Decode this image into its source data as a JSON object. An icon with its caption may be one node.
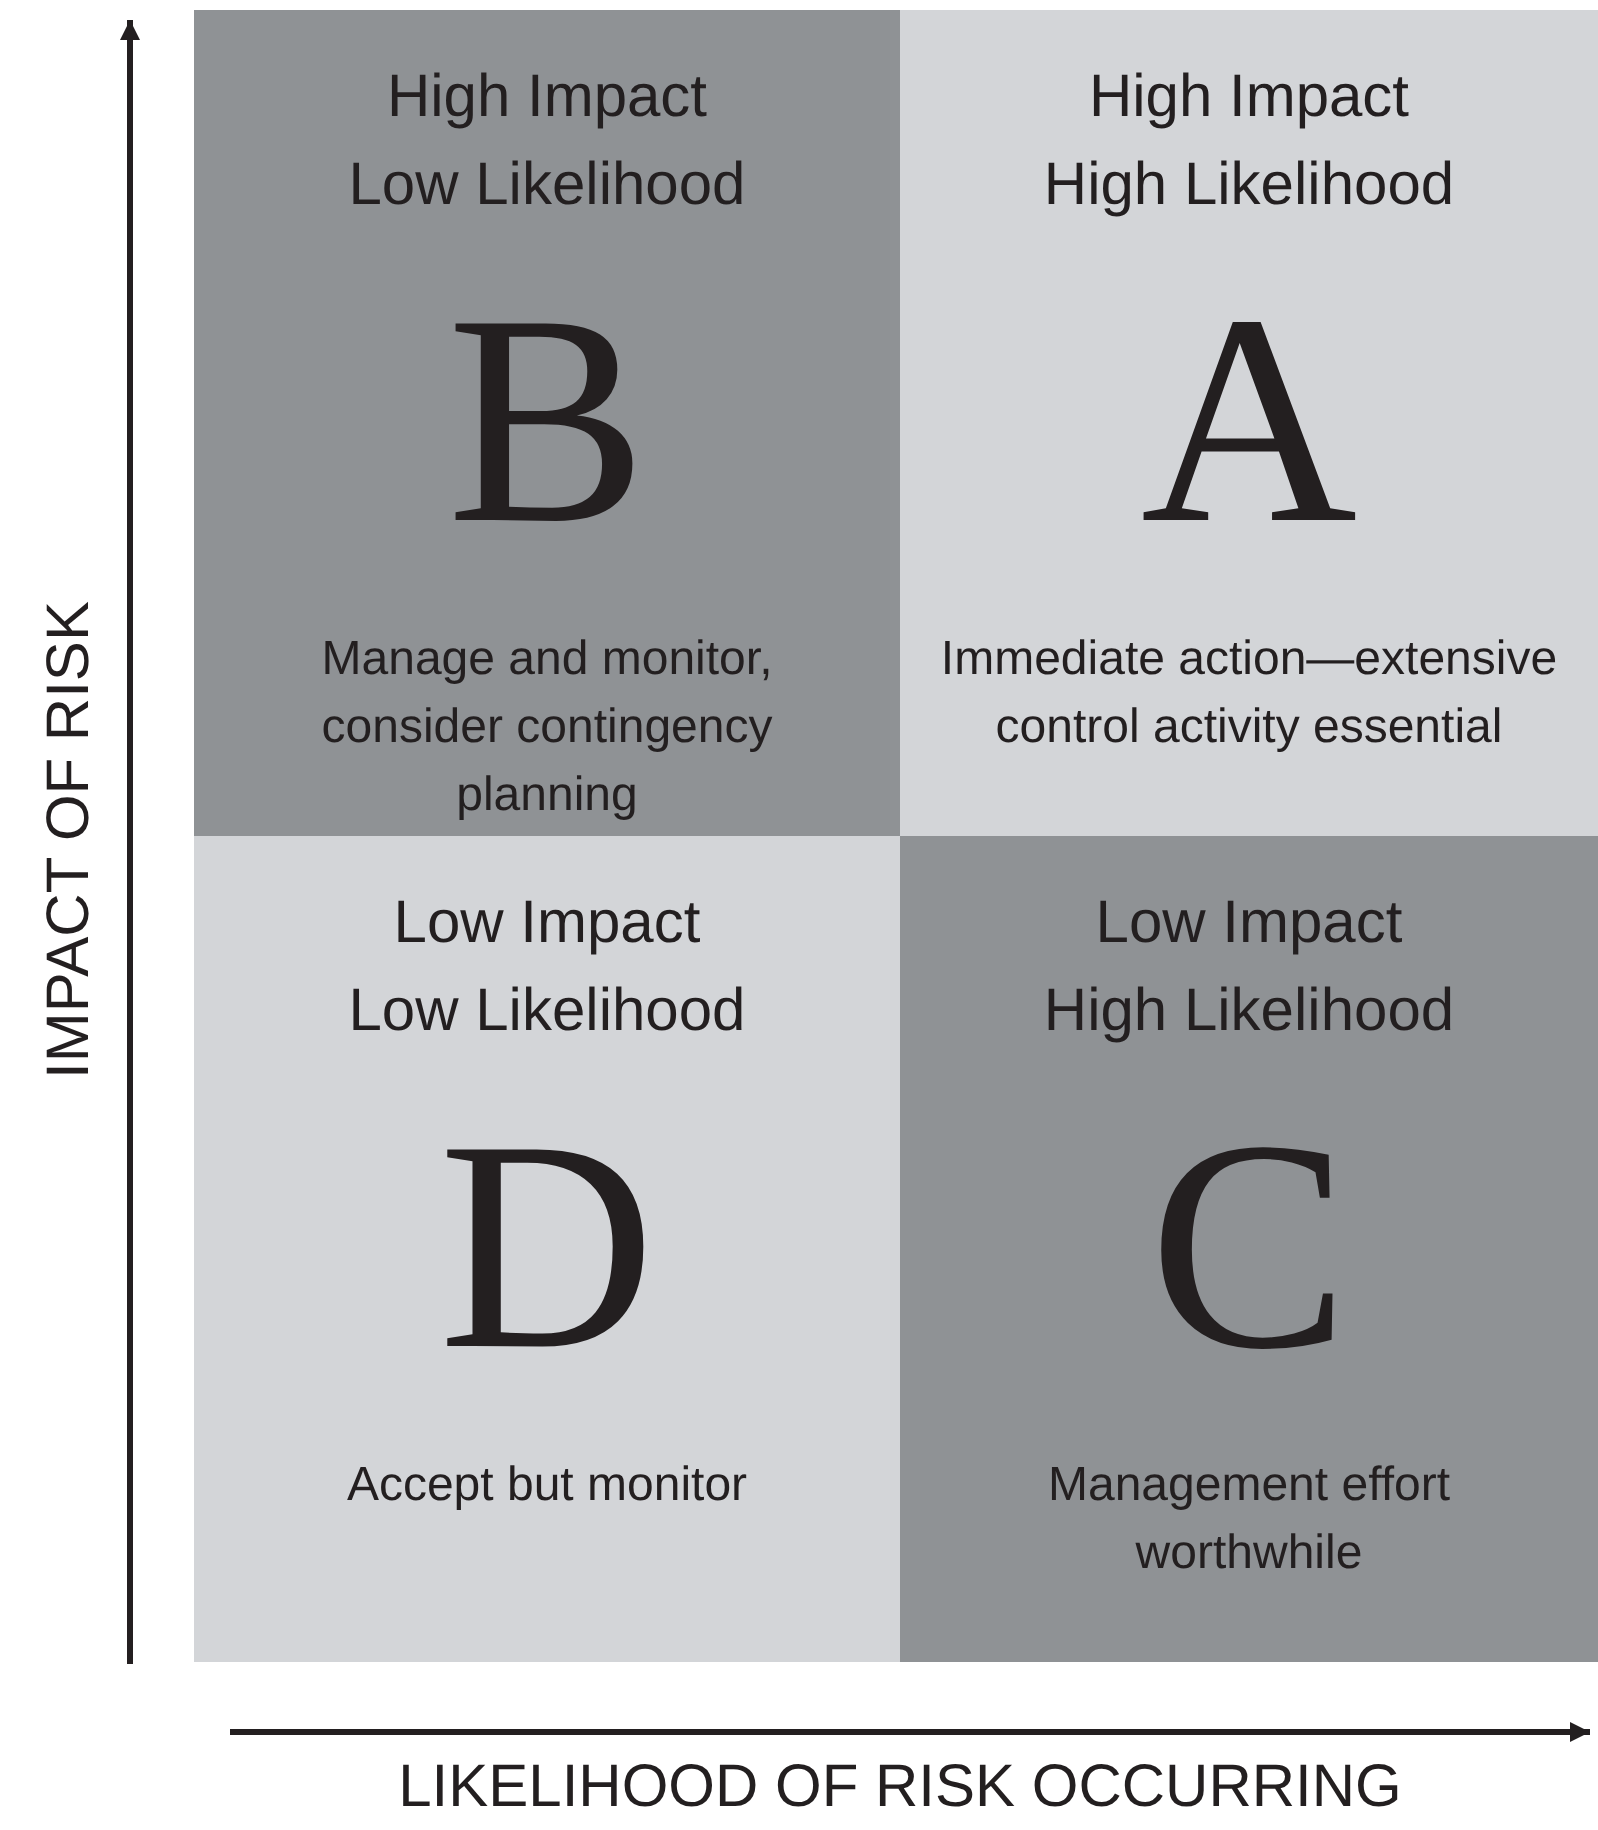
{
  "diagram": {
    "nodes": [
      {
        "text": [
          "High Impact Low Likelihood",
          "B",
          "Manage and monitor, consider contingency planning"
        ]
      },
      {
        "text": [
          "High Impact High Likelihood",
          "A",
          "Immediate action—extensive control activity essential"
        ]
      },
      {
        "text": [
          "Low Impact Low Likelihood",
          "D",
          "Accept but monitor"
        ]
      },
      {
        "text": [
          "Low Impact High Likelihood",
          "C",
          "Management effort worthwhile"
        ]
      }
    ],
    "edges": [],
    "labels": [
      "IMPACT OF RISK",
      "LIKELIHOOD OF RISK OCCURRING"
    ]
  }
}
